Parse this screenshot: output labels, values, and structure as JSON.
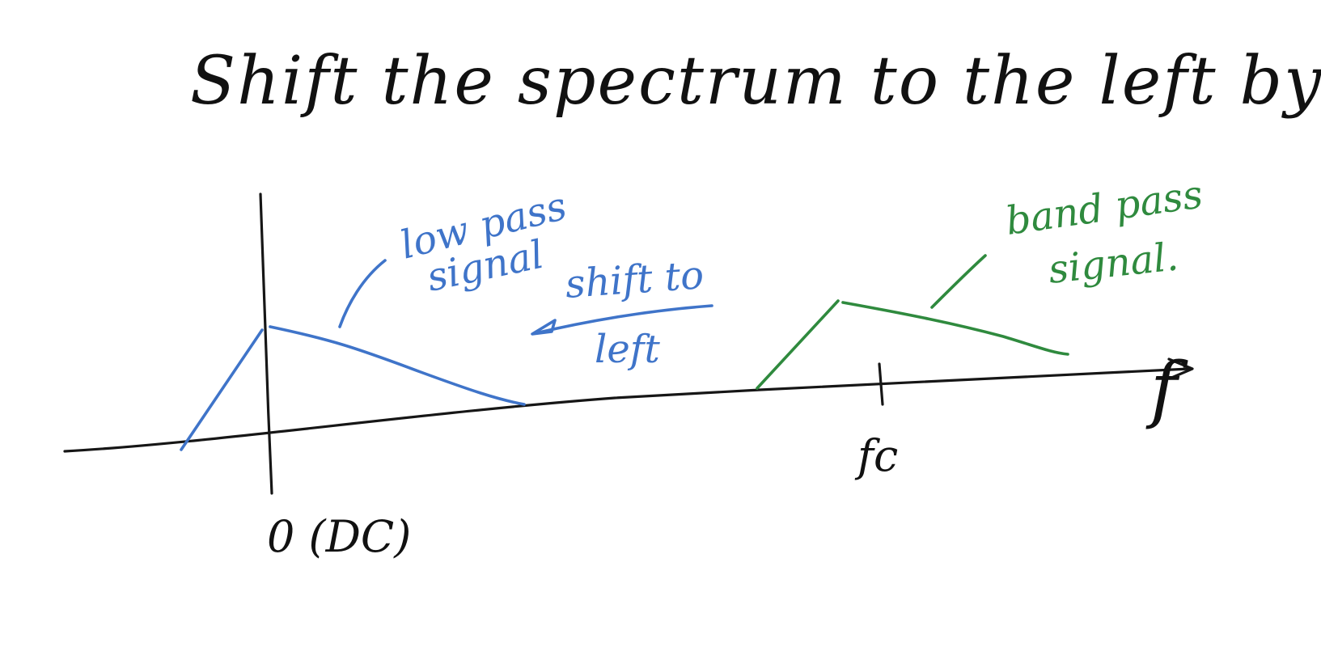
{
  "title": "Shift the spectrum to the left by fc",
  "axis": {
    "x_label": "f",
    "origin_label": "0 (DC)",
    "carrier_label": "fc"
  },
  "annotations": {
    "lowpass_line1": "low pass",
    "lowpass_line2": "signal",
    "bandpass_line1": "band pass",
    "bandpass_line2": "signal.",
    "shift_line1": "shift to",
    "shift_line2": "left"
  },
  "colors": {
    "ink": "#161616",
    "lowpass": "#3f74c9",
    "bandpass": "#2f8a3e"
  }
}
